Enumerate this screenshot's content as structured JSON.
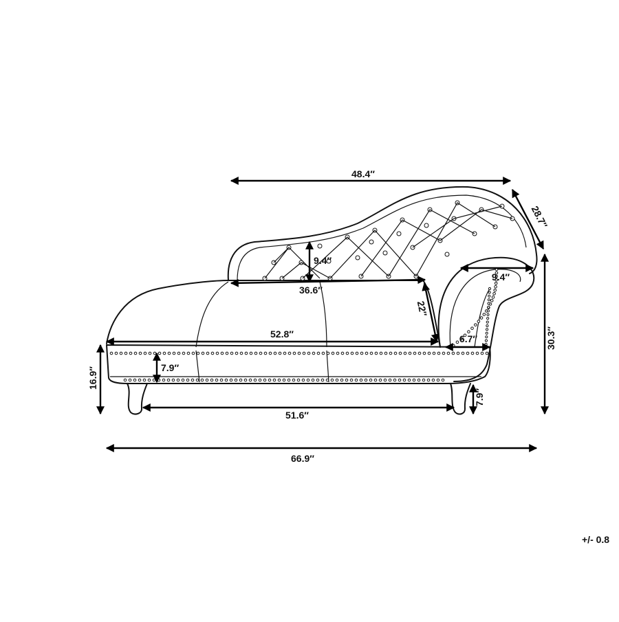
{
  "colors": {
    "line": "#111111",
    "background": "#ffffff"
  },
  "dimensions": {
    "back_length": "48.4″",
    "back_depth": "28.7″",
    "tuft_height": "9.4″",
    "back_width": "36.6″",
    "arm_width": "9.4″",
    "back_slant": "22″",
    "seat_length": "52.8″",
    "arm_depth": "6.7″",
    "overall_height": "30.3″",
    "seat_height": "16.9″",
    "frame_height": "7.9″",
    "leg_span": "51.6″",
    "leg_height": "7.9″",
    "overall_length": "66.9″"
  },
  "tolerance": "+/- 0.8"
}
